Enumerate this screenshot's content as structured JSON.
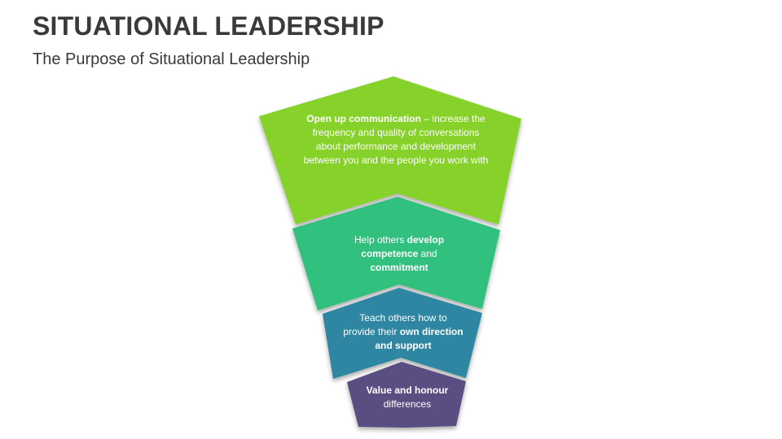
{
  "slide": {
    "title": "SITUATIONAL LEADERSHIP",
    "subtitle": "The Purpose of Situational Leadership"
  },
  "colors": {
    "segment_1": "#86d12b",
    "segment_2": "#33c07f",
    "segment_3": "#2e86a2",
    "segment_4": "#5a4e82"
  },
  "funnel": {
    "segments": [
      {
        "name": "open-communication",
        "parts": [
          {
            "text": "Open up communication",
            "bold": true
          },
          {
            "text": " – increase the frequency and quality of conversations about performance and development between you and the people you work with",
            "bold": false
          }
        ]
      },
      {
        "name": "develop-others",
        "parts": [
          {
            "text": "Help others ",
            "bold": false
          },
          {
            "text": "develop competence",
            "bold": true
          },
          {
            "text": " and ",
            "bold": false
          },
          {
            "text": "commitment",
            "bold": true
          }
        ]
      },
      {
        "name": "provide-direction",
        "parts": [
          {
            "text": "Teach others how to provide their ",
            "bold": false
          },
          {
            "text": "own direction and support",
            "bold": true
          }
        ]
      },
      {
        "name": "value-differences",
        "parts": [
          {
            "text": "Value and honour",
            "bold": true
          },
          {
            "text": " differences",
            "bold": false
          }
        ]
      }
    ]
  }
}
